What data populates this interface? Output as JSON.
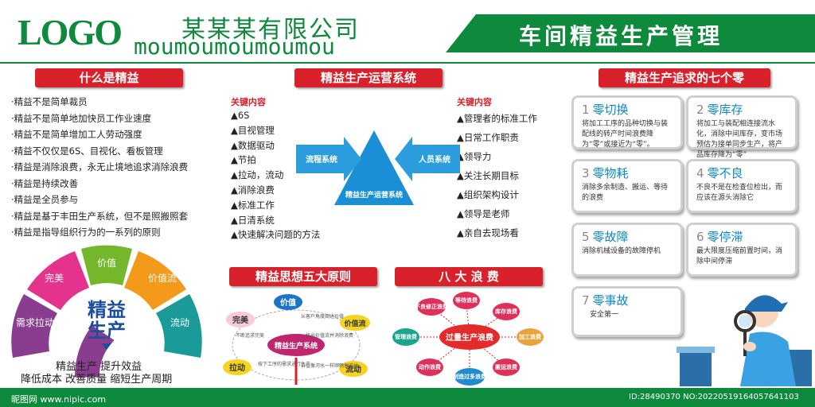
{
  "header": {
    "logo": "LOGO",
    "company_cn": "某某某有限公司",
    "company_en": "moumoumoumoumou",
    "title": "车间精益生产管理",
    "brand_color": "#0e8a3c",
    "accent_color": "#d8212b"
  },
  "section_what": {
    "title": "什么是精益",
    "items": [
      "·精益不是简单裁员",
      "·精益不是简单地加快员工作业速度",
      "·精益不是简单增加工人劳动强度",
      "·精益不仅仅是6S、目视化、看板管理",
      "·精益是消除浪费，永无止境地追求消除浪费",
      "·精益是持续改善",
      "·精益是全员参与",
      "·精益是基于丰田生产系统，但不是照搬照套",
      "·精益是指导组织行为的一系列的原则"
    ]
  },
  "section_system": {
    "title": "精益生产运营系统",
    "left_key_title": "关键内容",
    "left_items": [
      "▲6S",
      "▲目视管理",
      "▲数据驱动",
      "▲节拍",
      "▲拉动，流动",
      "▲消除浪费",
      "▲标准工作",
      "▲日清系统",
      "▲快速解决问题的方法"
    ],
    "right_key_title": "关键内容",
    "right_items": [
      "▲管理者的标准工作",
      "▲日常工作职责",
      "▲领导力",
      "▲关注长期目标",
      "▲组织架构设计",
      "▲领导是老师",
      "▲亲自去现场看"
    ],
    "arrow_left": "流程系统",
    "arrow_right": "人员系统",
    "triangle": "精益生产运营系统"
  },
  "section_zero": {
    "title": "精益生产追求的七个零",
    "cards": [
      {
        "no": "1",
        "title": "零切换",
        "desc": "将加工工序的品种切换与装配线的转产时间浪费降为“零”或接近为“零”。"
      },
      {
        "no": "2",
        "title": "零库存",
        "desc": "将加工与装配相连接流水化，消除中间库存，变市场预估为接单同步生产，将产品库存降为“零”"
      },
      {
        "no": "3",
        "title": "零物耗",
        "desc": "消除多余制造、搬运、等待的浪费"
      },
      {
        "no": "4",
        "title": "零不良",
        "desc": "不良不是在检查位检出，而应该在源头消除它"
      },
      {
        "no": "5",
        "title": "零故障",
        "desc": "消除机械设备的故障停机"
      },
      {
        "no": "6",
        "title": "零停滞",
        "desc": "最大限度压缩前置时间，消除中间停滞"
      },
      {
        "no": "7",
        "title": "零事故",
        "desc": "安全第一"
      }
    ]
  },
  "wheel": {
    "segments": [
      "需求拉动",
      "完美",
      "价值",
      "价值流",
      "流动"
    ],
    "center_line1": "精益",
    "center_line2": "生产",
    "caption1": "精益生产  提升效益",
    "caption2": "降低成本  改善质量  缩短生产周期"
  },
  "section_principles": {
    "title": "精益思想五大原则",
    "center": "精益生产系统",
    "nodes": [
      "价值",
      "价值流",
      "流动",
      "拉动",
      "完美"
    ],
    "notes": [
      "从客户角度阐述价值",
      "找出价值流并消除浪费",
      "价值像河水一样顺畅地流动",
      "按下工序的需求进行生产",
      "不断追求完美"
    ]
  },
  "section_waste": {
    "title": "八 大 浪 费",
    "center": "过量生产浪费",
    "bubbles": [
      "等待浪费",
      "库存浪费",
      "加工浪费",
      "搬运浪费",
      "制造过多浪费",
      "动作浪费",
      "管理浪费",
      "不良修正浪费"
    ]
  },
  "watermark": {
    "left": "昵图网  www.nipic.com",
    "right": "ID:28490370 NO:20220519164057641103"
  }
}
